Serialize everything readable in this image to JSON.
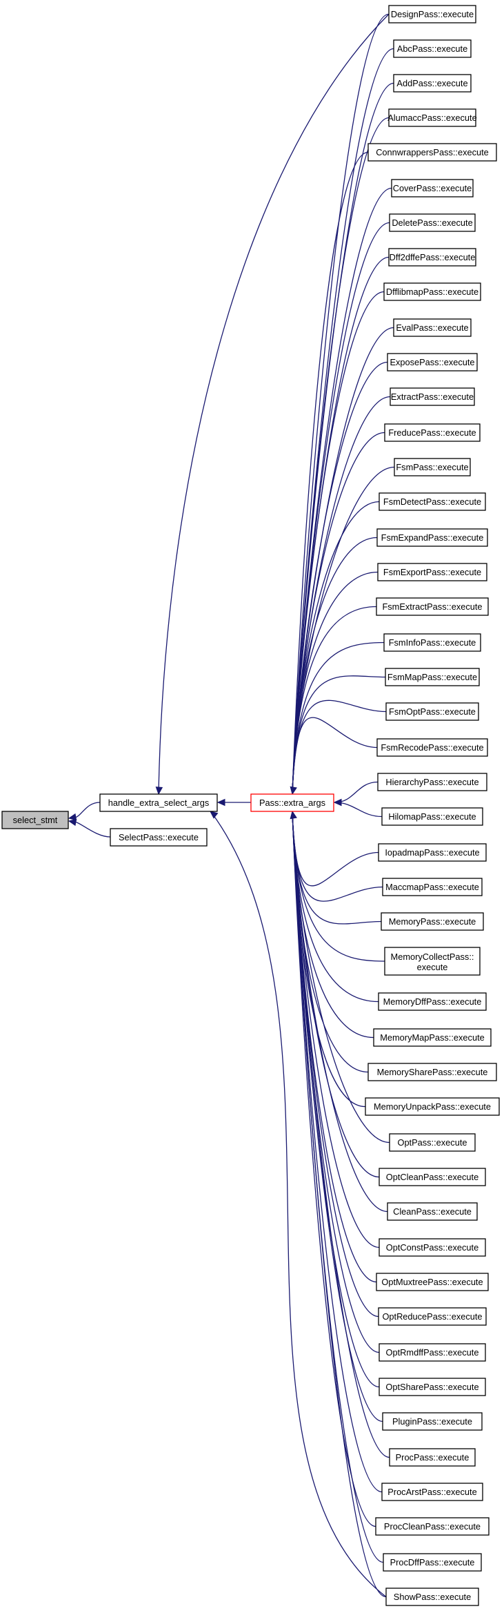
{
  "graph": {
    "focus_node": "select_stmt",
    "callers_level1": [
      "handle_extra_select_args",
      "SelectPass::execute"
    ],
    "callers_level2": [
      "Pass::extra_args"
    ],
    "callers_level3": [
      "DesignPass::execute",
      "AbcPass::execute",
      "AddPass::execute",
      "AlumaccPass::execute",
      "ConnwrappersPass::execute",
      "CoverPass::execute",
      "DeletePass::execute",
      "Dff2dffePass::execute",
      "DfflibmapPass::execute",
      "EvalPass::execute",
      "ExposePass::execute",
      "ExtractPass::execute",
      "FreducePass::execute",
      "FsmPass::execute",
      "FsmDetectPass::execute",
      "FsmExpandPass::execute",
      "FsmExportPass::execute",
      "FsmExtractPass::execute",
      "FsmInfoPass::execute",
      "FsmMapPass::execute",
      "FsmOptPass::execute",
      "FsmRecodePass::execute",
      "HierarchyPass::execute",
      "HilomapPass::execute",
      "IopadmapPass::execute",
      "MaccmapPass::execute",
      "MemoryPass::execute",
      "MemoryCollectPass::\nexecute",
      "MemoryDffPass::execute",
      "MemoryMapPass::execute",
      "MemorySharePass::execute",
      "MemoryUnpackPass::execute",
      "OptPass::execute",
      "OptCleanPass::execute",
      "CleanPass::execute",
      "OptConstPass::execute",
      "OptMuxtreePass::execute",
      "OptReducePass::execute",
      "OptRmdffPass::execute",
      "OptSharePass::execute",
      "PluginPass::execute",
      "ProcPass::execute",
      "ProcArstPass::execute",
      "ProcCleanPass::execute",
      "ProcDffPass::execute",
      "ShowPass::execute"
    ],
    "edges": [
      [
        "handle_extra_select_args",
        "select_stmt"
      ],
      [
        "SelectPass::execute",
        "select_stmt"
      ],
      [
        "Pass::extra_args",
        "handle_extra_select_args"
      ],
      [
        "DesignPass::execute",
        "handle_extra_select_args"
      ],
      [
        "ShowPass::execute",
        "handle_extra_select_args"
      ],
      [
        "*callers_level3",
        "Pass::extra_args"
      ]
    ],
    "colors": {
      "edge": "#191970",
      "focus_fill": "#bfbfbf",
      "truncated_border": "#ff0000",
      "node_border": "#000000",
      "node_fill": "#ffffff"
    }
  }
}
